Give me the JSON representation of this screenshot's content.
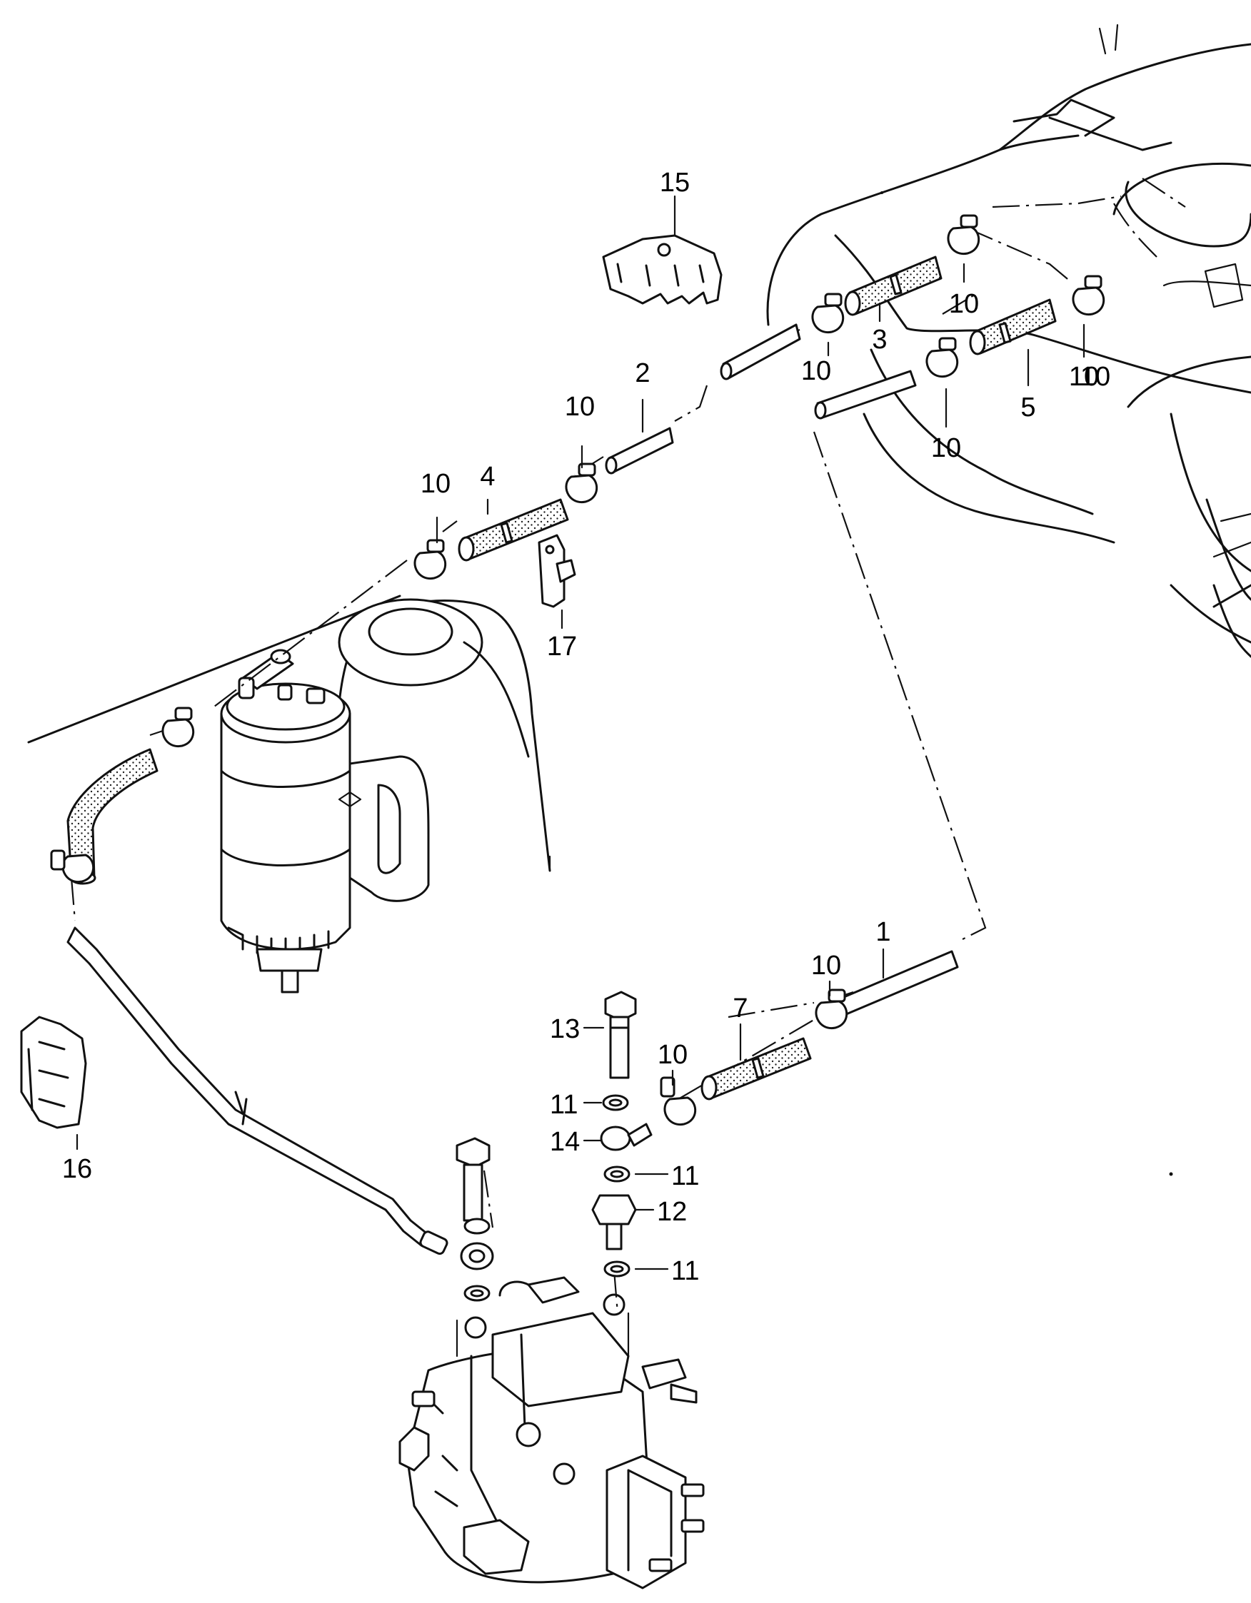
{
  "diagram": {
    "callouts": [
      {
        "id": "c15a",
        "text": "15"
      },
      {
        "id": "c10a",
        "text": "10"
      },
      {
        "id": "c10b",
        "text": "10"
      },
      {
        "id": "c3",
        "text": "3"
      },
      {
        "id": "c10c",
        "text": "10"
      },
      {
        "id": "c10d",
        "text": "10"
      },
      {
        "id": "c5",
        "text": "5"
      },
      {
        "id": "c10e",
        "text": "10"
      },
      {
        "id": "c2",
        "text": "2"
      },
      {
        "id": "c10f",
        "text": "10"
      },
      {
        "id": "c4",
        "text": "4"
      },
      {
        "id": "c10g",
        "text": "10"
      },
      {
        "id": "c17",
        "text": "17"
      },
      {
        "id": "c1",
        "text": "1"
      },
      {
        "id": "c10h",
        "text": "10"
      },
      {
        "id": "c7",
        "text": "7"
      },
      {
        "id": "c10i",
        "text": "10"
      },
      {
        "id": "c13",
        "text": "13"
      },
      {
        "id": "c11a",
        "text": "11"
      },
      {
        "id": "c14",
        "text": "14"
      },
      {
        "id": "c11b",
        "text": "11"
      },
      {
        "id": "c12",
        "text": "12"
      },
      {
        "id": "c11c",
        "text": "11"
      },
      {
        "id": "c16",
        "text": "16"
      }
    ]
  }
}
